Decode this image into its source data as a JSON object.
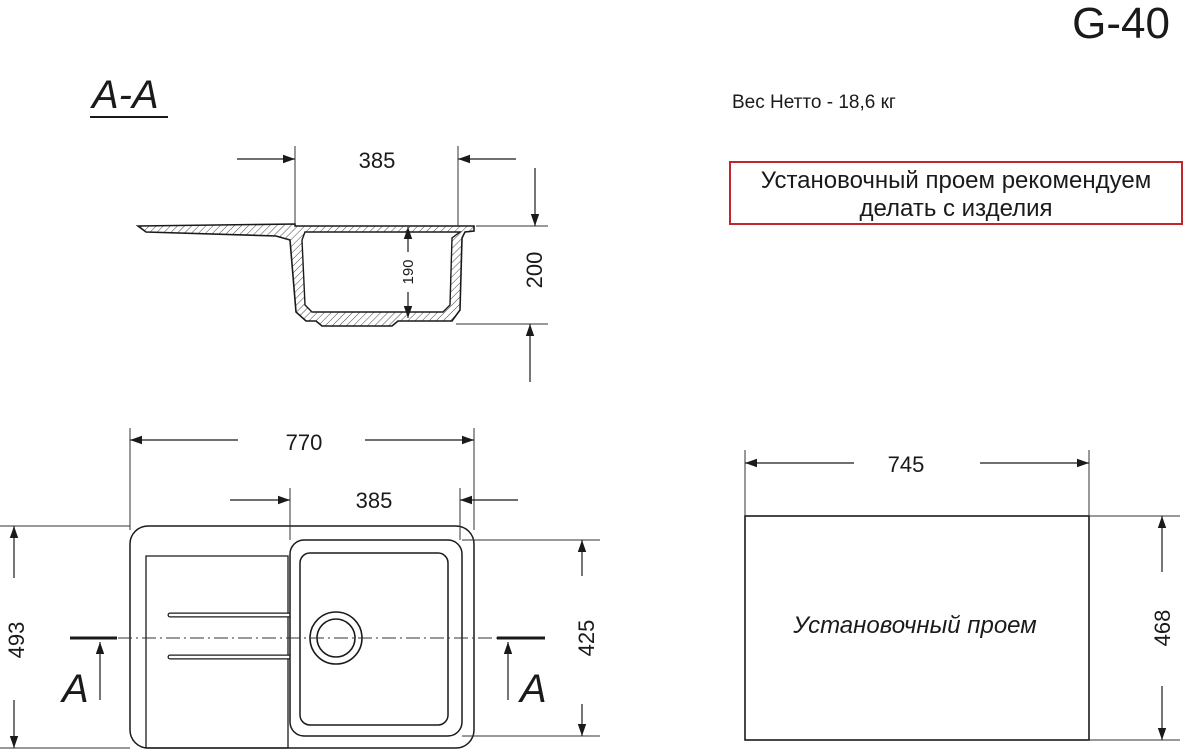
{
  "model_code": "G-40",
  "section_label": "A-A",
  "weight_text": "Вес Нетто - 18,6 кг",
  "recommendation_note": "Установочный проем рекомендуем делать с изделия",
  "cutout_label": "Установочный проем",
  "section_marker": "A",
  "dimensions": {
    "section_bowl_width": "385",
    "section_bowl_depth": "190",
    "section_total_height": "200",
    "top_total_length": "770",
    "top_bowl_width": "385",
    "top_total_width": "493",
    "top_bowl_length": "425",
    "cutout_length": "745",
    "cutout_width": "468"
  },
  "colors": {
    "line": "#1a1a1a",
    "note_border": "#c0272d"
  }
}
